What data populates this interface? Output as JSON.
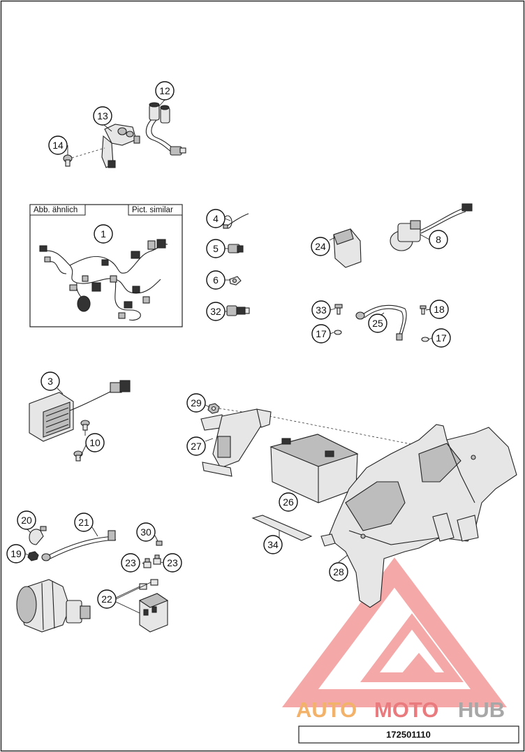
{
  "watermark": {
    "segments": [
      {
        "text": "AUTO",
        "color": "#f3b26a"
      },
      {
        "text": "MOTO",
        "color": "#e97a7e"
      },
      {
        "text": "HUB",
        "color": "#a7a7a7"
      }
    ],
    "logo_color": "#f28b8b"
  },
  "diagram_id": "172501110",
  "box_labels": {
    "left": "Abb. ähnlich",
    "right": "Pict. similar"
  },
  "callouts": [
    "1",
    "3",
    "4",
    "5",
    "6",
    "8",
    "10",
    "12",
    "13",
    "14",
    "17",
    "17",
    "18",
    "19",
    "20",
    "21",
    "22",
    "23",
    "23",
    "24",
    "25",
    "26",
    "27",
    "28",
    "29",
    "30",
    "32",
    "33",
    "34"
  ]
}
